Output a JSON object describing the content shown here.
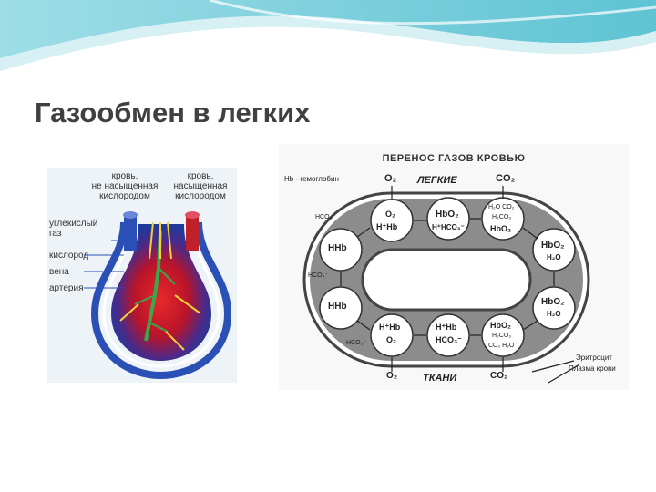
{
  "slide": {
    "title": "Газообмен в легких"
  },
  "alveolus": {
    "label_blood_unsat": "кровь,\nне насыщенная\nкислородом",
    "label_blood_sat": "кровь,\nнасыщенная\nкислородом",
    "label_co2": "углекислый\nгаз",
    "label_o2": "кислород",
    "label_vein": "вена",
    "label_artery": "артерия"
  },
  "transport": {
    "title": "ПЕРЕНОС ГАЗОВ КРОВЬЮ",
    "legend": "Hb - гемоглобин",
    "top_o2": "O₂",
    "top_label": "ЛЕГКИЕ",
    "top_co2": "CO₂",
    "bottom_o2": "O₂",
    "bottom_label": "ТКАНИ",
    "bottom_co2": "CO₂",
    "hco3": "HCO₃⁻",
    "c1_a": "O₂",
    "c1_b": "H⁺Hb",
    "c2_a": "HbO₂",
    "c2_b": "H⁺HCO₃⁻",
    "c3_a": "H₂O CO₂",
    "c3_b": "H₂CO₃",
    "c3_c": "HbO₂",
    "c4_a": "HbO₂",
    "c4_b": "H₂O",
    "c5_a": "HbO₂",
    "c5_b": "H₂O",
    "c6_a": "HbO₂",
    "c6_b": "H₂CO₃",
    "c6_c": "CO₂ H₂O",
    "c7_a": "H⁺Hb",
    "c7_b": "HCO₃⁻",
    "c8_a": "H⁺Hb",
    "c8_b": "O₂",
    "c9": "HHb",
    "c10": "HHb",
    "erythrocyte": "Эритроцит",
    "plasma": "Плазма крови"
  },
  "colors": {
    "accent_teal": "#5fc3d3",
    "title_gray": "#404040",
    "artery_red": "#c0202a",
    "vein_blue": "#2a4fb5"
  }
}
